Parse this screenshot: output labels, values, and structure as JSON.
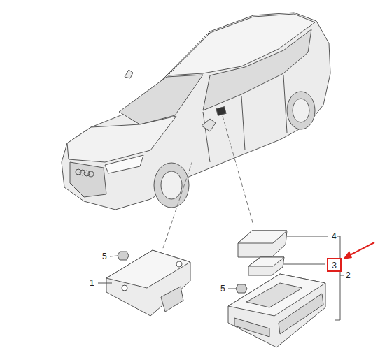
{
  "diagram": {
    "nodes": [
      {
        "text": [
          "3"
        ]
      }
    ],
    "labels": [
      "4",
      "2",
      "5",
      "1",
      "5"
    ]
  }
}
